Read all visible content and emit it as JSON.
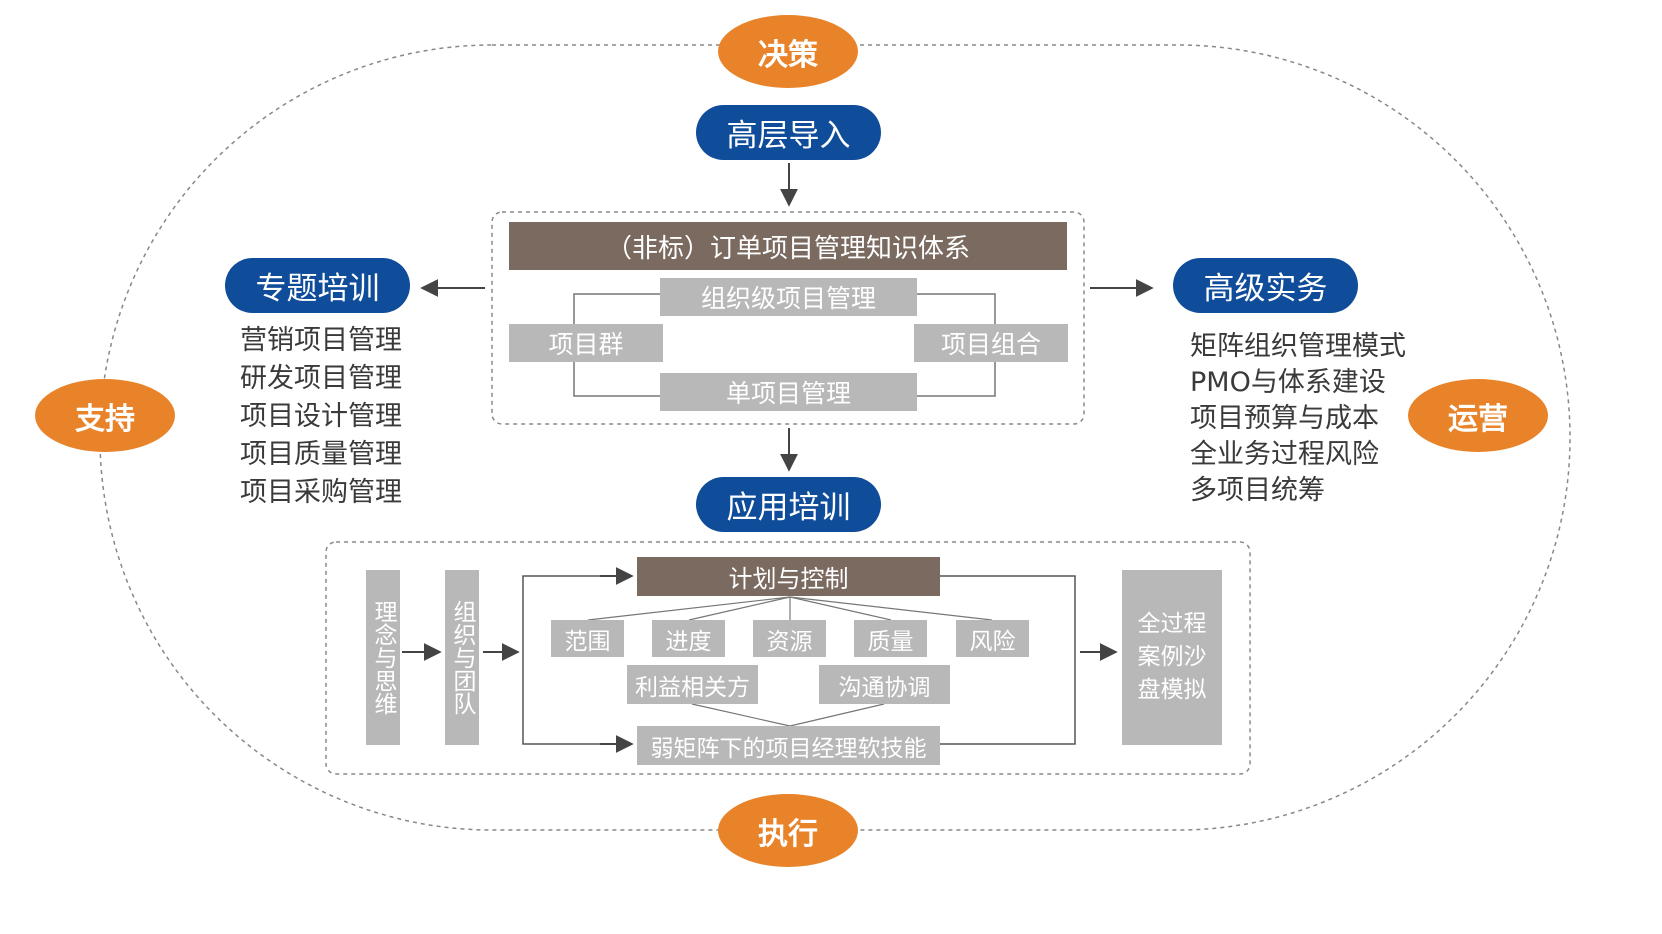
{
  "corners": {
    "top": "决策",
    "bottom": "执行",
    "left": "支持",
    "right": "运营"
  },
  "top_node": "高层导入",
  "knowledge": {
    "title": "（非标）订单项目管理知识体系",
    "org_level": "组织级项目管理",
    "program": "项目群",
    "portfolio": "项目组合",
    "single": "单项目管理"
  },
  "special_training": {
    "title": "专题培训",
    "items": [
      "营销项目管理",
      "研发项目管理",
      "项目设计管理",
      "项目质量管理",
      "项目采购管理"
    ]
  },
  "advanced": {
    "title": "高级实务",
    "items": [
      "矩阵组织管理模式",
      "PMO与体系建设",
      "项目预算与成本",
      "全业务过程风险",
      "多项目统筹"
    ]
  },
  "application_training": {
    "title": "应用培训",
    "concept": "理念与思维",
    "organization": "组织与团队",
    "plan_control": "计划与控制",
    "topics": [
      "范围",
      "进度",
      "资源",
      "质量",
      "风险"
    ],
    "stakeholders": "利益相关方",
    "communication": "沟通协调",
    "soft_skills": "弱矩阵下的项目经理软技能",
    "case_sandbox": "全过程案例沙盘模拟"
  },
  "colors": {
    "orange": "#e8832a",
    "blue": "#0f4c9a",
    "brown": "#7a6a60",
    "gray": "#b8b8b8"
  }
}
